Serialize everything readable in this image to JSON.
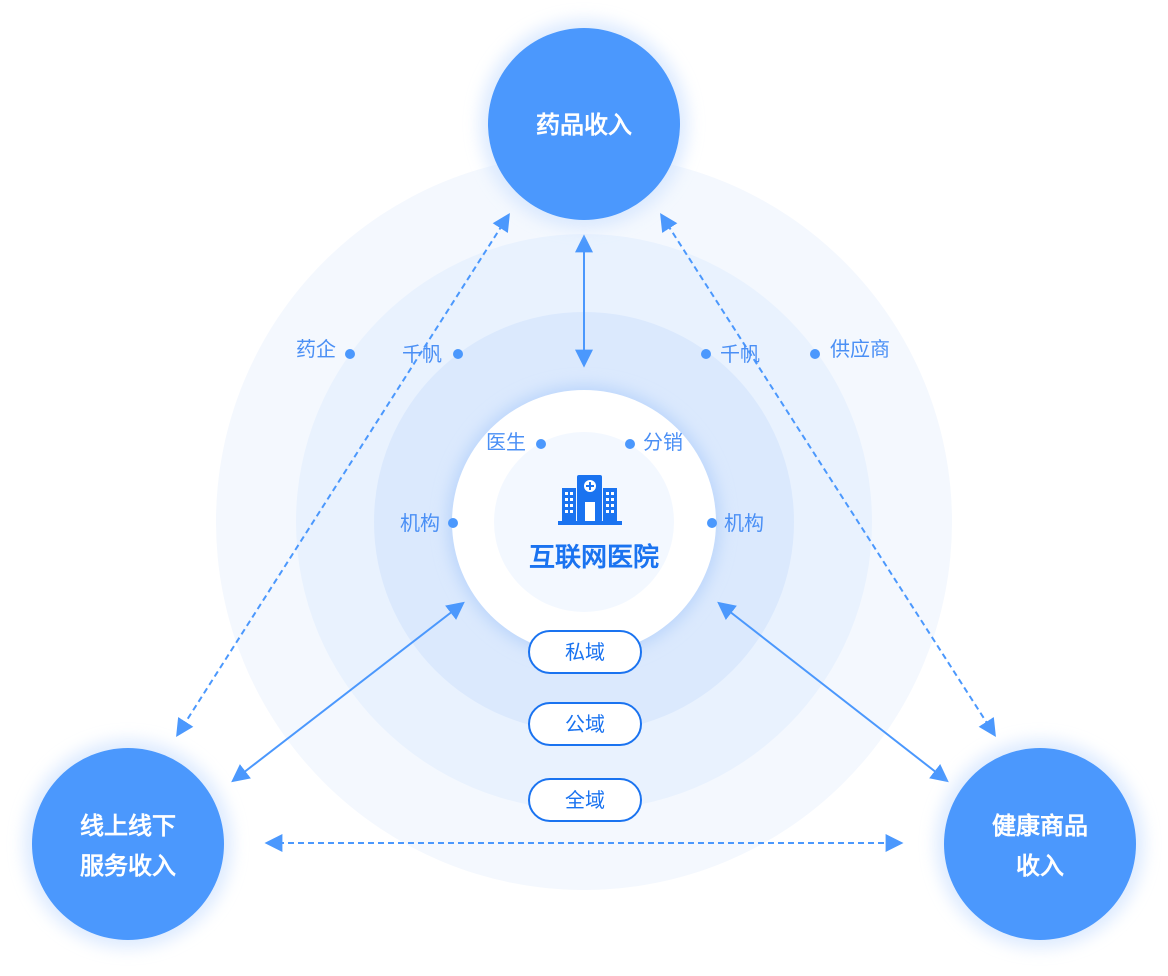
{
  "center": {
    "title": "互联网医院",
    "icon": "hospital-icon"
  },
  "nodes": {
    "top": "药品收入",
    "left_line1": "线上线下",
    "left_line2": "服务收入",
    "right_line1": "健康商品",
    "right_line2": "收入"
  },
  "labels": {
    "yaoqi": "药企",
    "qianfan_left": "千帆",
    "qianfan_right": "千帆",
    "gongyingshang": "供应商",
    "yisheng": "医生",
    "fenxiao": "分销",
    "jigou_left": "机构",
    "jigou_right": "机构"
  },
  "domains": [
    "私域",
    "公域",
    "全域"
  ],
  "colors": {
    "node": "#4b98fd",
    "accent": "#1a73f0",
    "label": "#4a8ff5"
  }
}
